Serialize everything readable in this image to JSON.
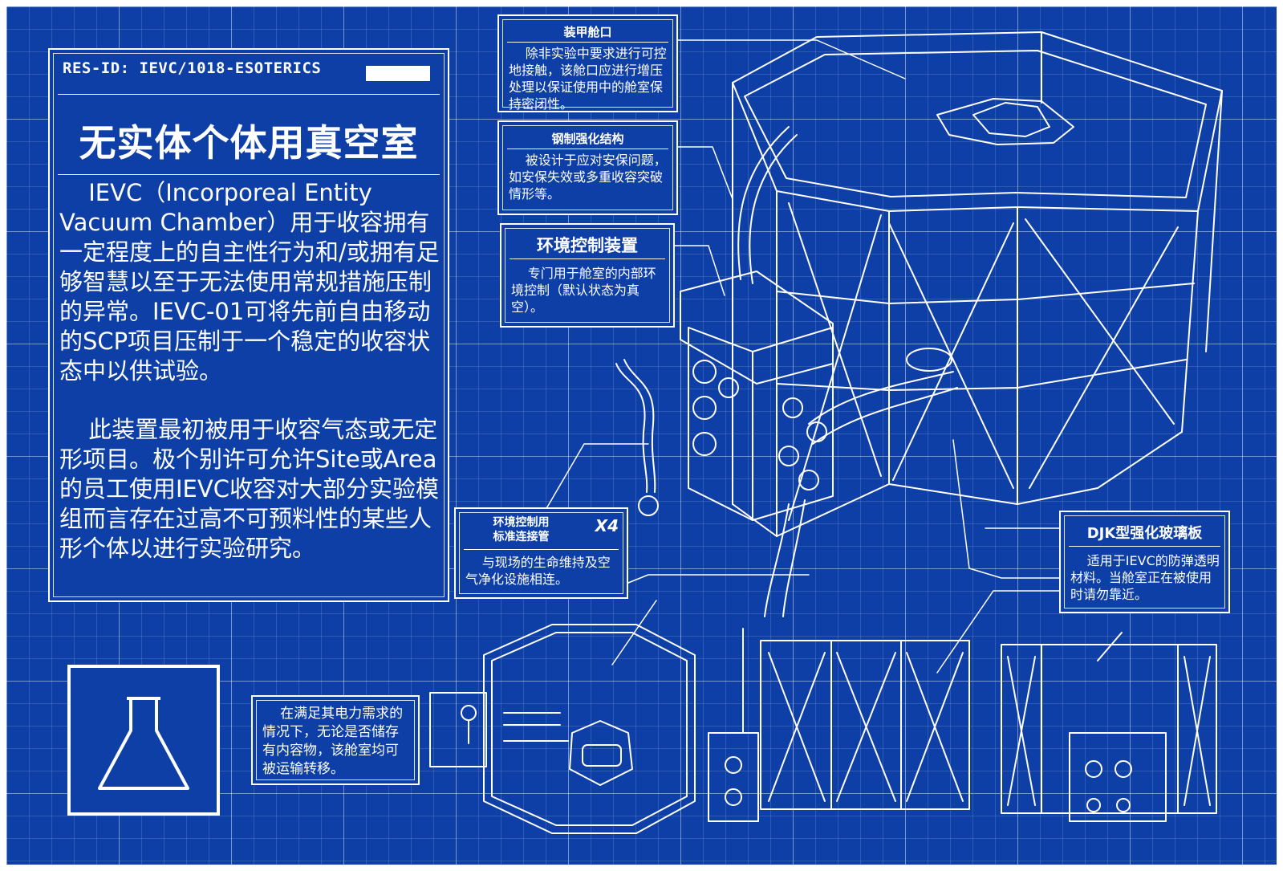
{
  "colors": {
    "background": "#0d3fa6",
    "line": "#ffffff"
  },
  "header": {
    "res_id": "RES-ID: IEVC/1018-ESOTERICS",
    "title": "无实体个体用真空室"
  },
  "intro": {
    "paragraph_1": "IEVC（Incorporeal Entity Vacuum Chamber）用于收容拥有一定程度上的自主性行为和/或拥有足够智慧以至于无法使用常规措施压制的异常。IEVC-01可将先前自由移动的SCP项目压制于一个稳定的收容状态中以供试验。",
    "paragraph_2": "此装置最初被用于收容气态或无定形项目。极个别许可允许Site或Area的员工使用IEVC收容对大部分实验模组而言存在过高不可预料性的某些人形个体以进行实验研究。"
  },
  "callouts": {
    "armored_hatch": {
      "title": "装甲舱口",
      "body": "除非实验中要求进行可控地接触，该舱口应进行增压处理以保证使用中的舱室保持密闭性。"
    },
    "steel_structure": {
      "title": "钢制强化结构",
      "body": "被设计于应对安保问题，如安保失效或多重收容突破情形等。"
    },
    "env_control": {
      "title": "环境控制装置",
      "body": "专门用于舱室的内部环境控制（默认状态为真空）。"
    },
    "connector": {
      "title_line1": "环境控制用",
      "title_line2": "标准连接管",
      "multiplier": "X4",
      "body": "与现场的生命维持及空气净化设施相连。"
    },
    "glass_panel": {
      "title": "DJK型强化玻璃板",
      "body": "适用于IEVC的防弹透明材料。当舱室正在被使用时请勿靠近。"
    },
    "transport": {
      "body": "在满足其电力需求的情况下，无论是否储存有内容物，该舱室均可被运输转移。"
    }
  },
  "icons": {
    "badge": "flask-icon"
  }
}
